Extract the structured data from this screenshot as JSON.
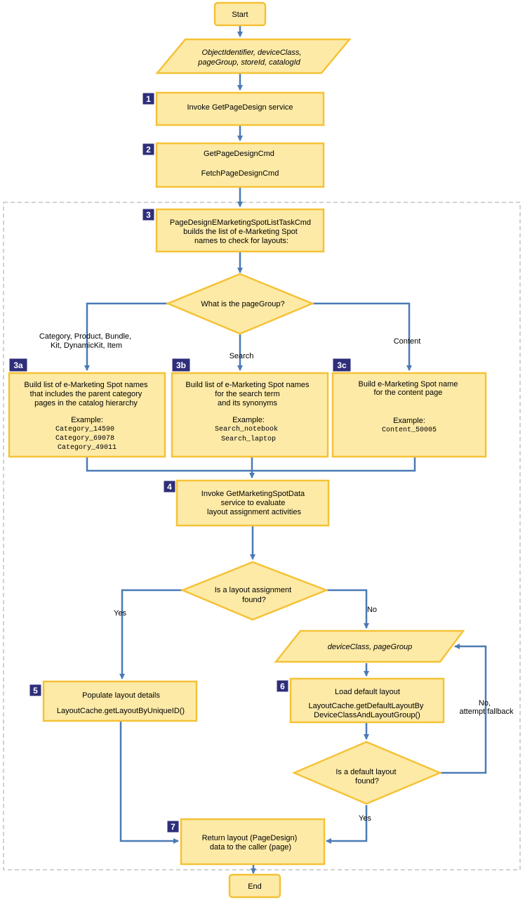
{
  "colors": {
    "fill": "#FDEAA7",
    "stroke": "#F5C237",
    "edge": "#4A7AB5",
    "badge": "#2E2E7A",
    "container": "#A6A6A6"
  },
  "nodes": {
    "start": {
      "lines": [
        "Start"
      ]
    },
    "input": {
      "lines": [
        "ObjectIdentifier, deviceClass,",
        "pageGroup, storeId, catalogId"
      ]
    },
    "step1": {
      "badge": "1",
      "lines": [
        "Invoke GetPageDesign service"
      ]
    },
    "step2": {
      "badge": "2",
      "lines": [
        "GetPageDesignCmd",
        "FetchPageDesignCmd"
      ]
    },
    "step3": {
      "badge": "3",
      "lines": [
        "PageDesignEMarketingSpotListTaskCmd",
        "builds the list of e-Marketing Spot",
        "names to check for layouts:"
      ]
    },
    "decision_group": {
      "lines": [
        "What is the pageGroup?"
      ]
    },
    "step3a": {
      "badge": "3a",
      "lines": [
        "Build list of e-Marketing Spot names",
        "that includes the parent category",
        "pages in the catalog hierarchy"
      ],
      "example_label": "Example:",
      "examples": [
        "Category_14590",
        "Category_69078",
        "Category_49011"
      ]
    },
    "step3b": {
      "badge": "3b",
      "lines": [
        "Build list of e-Marketing Spot names",
        "for the search term",
        "and its synonyms"
      ],
      "example_label": "Example:",
      "examples": [
        "Search_notebook",
        "Search_laptop"
      ]
    },
    "step3c": {
      "badge": "3c",
      "lines": [
        "Build e-Marketing Spot name",
        "for the content page"
      ],
      "example_label": "Example:",
      "examples": [
        "Content_50005"
      ]
    },
    "step4": {
      "badge": "4",
      "lines": [
        "Invoke GetMarketingSpotData",
        "service to evaluate",
        "layout assignment activities"
      ]
    },
    "decision_found": {
      "lines": [
        "Is a layout assignment",
        "found?"
      ]
    },
    "step5": {
      "badge": "5",
      "lines": [
        "Populate layout details",
        "LayoutCache.getLayoutByUniqueID()"
      ]
    },
    "input2": {
      "lines": [
        "deviceClass, pageGroup"
      ]
    },
    "step6": {
      "badge": "6",
      "lines": [
        "Load default layout",
        "LayoutCache.getDefaultLayoutBy",
        "DeviceClassAndLayoutGroup()"
      ]
    },
    "decision_default": {
      "lines": [
        "Is a default layout",
        "found?"
      ]
    },
    "step7": {
      "badge": "7",
      "lines": [
        "Return layout (PageDesign)",
        "data to the caller (page)"
      ]
    },
    "end": {
      "lines": [
        "End"
      ]
    }
  },
  "edge_labels": {
    "category": [
      "Category, Product, Bundle,",
      "Kit, DynamicKit, Item"
    ],
    "search": "Search",
    "content": "Content",
    "yes1": "Yes",
    "no1": "No",
    "fallback": [
      "No,",
      "attempt fallback"
    ],
    "yes2": "Yes"
  }
}
